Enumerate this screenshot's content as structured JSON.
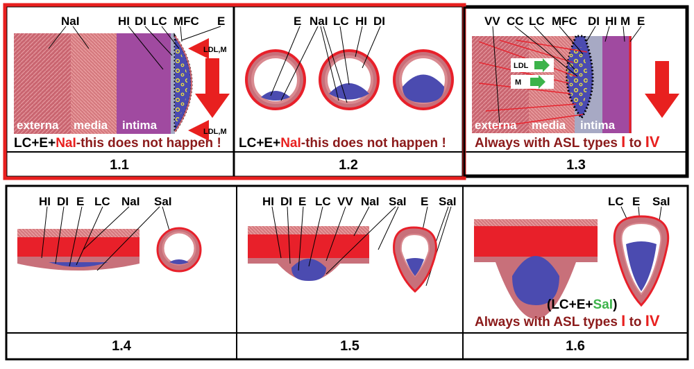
{
  "colors": {
    "frame_red": "#e8201f",
    "outline": "#000000",
    "blood": "#e8202a",
    "wall": "#c8707a",
    "lipid": "#4b4bb0",
    "dark_red_text": "#8b1a1a",
    "green": "#3cb34a"
  },
  "panel_1_1": {
    "number": "1.1",
    "labels": {
      "nal": "NaI",
      "hi": "HI",
      "di": "DI",
      "lc": "LC",
      "mfc": "MFC",
      "e": "E",
      "ldl_m_top": "LDL,M",
      "ldl_m_bottom": "LDL,M"
    },
    "layers": {
      "externa": "externa",
      "media": "media",
      "intima": "intima"
    },
    "caption_pre": "LC+E+",
    "caption_red": "NaI",
    "caption_post": "-this does not happen !"
  },
  "panel_1_2": {
    "number": "1.2",
    "labels": {
      "e": "E",
      "nal": "NaI",
      "lc": "LC",
      "hi": "HI",
      "di": "DI"
    },
    "caption_pre": "LC+E+",
    "caption_red": "NaI",
    "caption_post": "-this does not happen !"
  },
  "panel_1_3": {
    "number": "1.3",
    "labels": {
      "vv": "VV",
      "cc": "CC",
      "lc": "LC",
      "mfc": "MFC",
      "di": "DI",
      "hi": "HI",
      "m": "M",
      "e": "E",
      "ldl": "LDL",
      "m_arrow": "M"
    },
    "layers": {
      "externa": "externa",
      "media": "media",
      "intima": "intima"
    },
    "caption_pre": "Always with ASL types ",
    "caption_i": "I",
    "caption_mid": " to ",
    "caption_iv": "IV"
  },
  "panel_1_4": {
    "number": "1.4",
    "labels": {
      "hi": "HI",
      "di": "DI",
      "e": "E",
      "lc": "LC",
      "nal": "NaI",
      "sal": "SaI"
    }
  },
  "panel_1_5": {
    "number": "1.5",
    "labels": {
      "hi": "HI",
      "di": "DI",
      "e": "E",
      "lc": "LC",
      "vv": "VV",
      "nal": "NaI",
      "sal": "SaI",
      "e2": "E",
      "sal2": "SaI"
    }
  },
  "panel_1_6": {
    "number": "1.6",
    "labels": {
      "lc": "LC",
      "e": "E",
      "sal": "SaI"
    },
    "formula_pre": "(LC+E+",
    "formula_green": "SaI",
    "formula_post": ")",
    "caption_pre": "Always with ASL types ",
    "caption_i": "I",
    "caption_mid": " to ",
    "caption_iv": "IV"
  }
}
